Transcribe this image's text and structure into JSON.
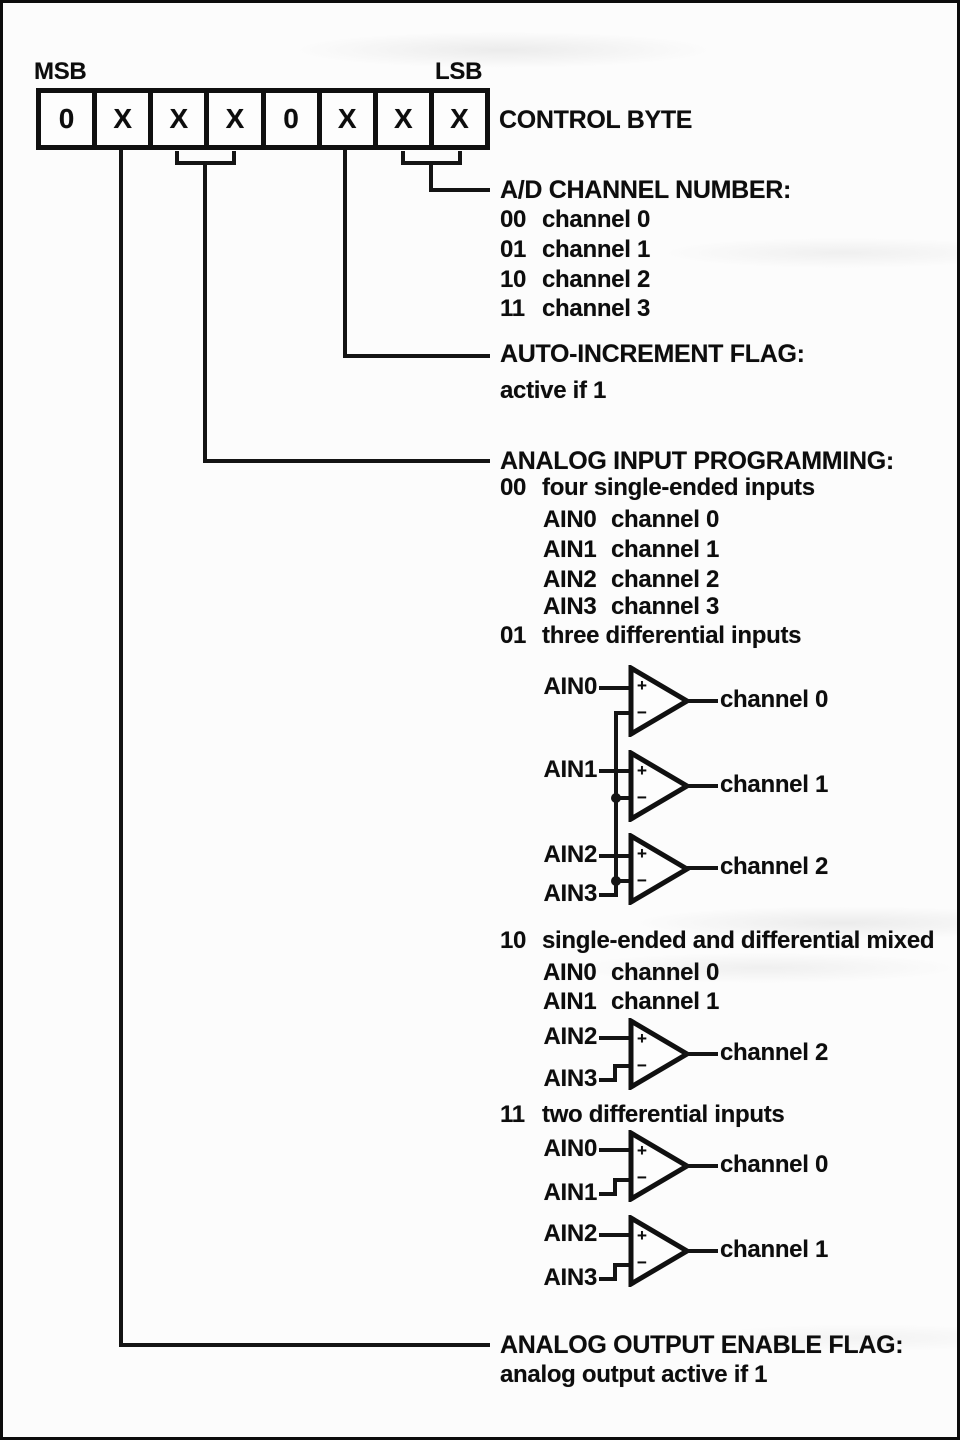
{
  "register": {
    "msb_label": "MSB",
    "lsb_label": "LSB",
    "name": "CONTROL BYTE",
    "bits": [
      "0",
      "X",
      "X",
      "X",
      "0",
      "X",
      "X",
      "X"
    ]
  },
  "ad_channel_number": {
    "heading": "A/D CHANNEL NUMBER:",
    "options": [
      {
        "code": "00",
        "label": "channel 0"
      },
      {
        "code": "01",
        "label": "channel 1"
      },
      {
        "code": "10",
        "label": "channel 2"
      },
      {
        "code": "11",
        "label": "channel 3"
      }
    ]
  },
  "auto_increment": {
    "heading": "AUTO-INCREMENT FLAG:",
    "note": "active if 1"
  },
  "analog_input_programming": {
    "heading": "ANALOG INPUT PROGRAMMING:",
    "mode_00": {
      "code": "00",
      "label": "four single-ended inputs",
      "assignments": [
        {
          "input": "AIN0",
          "channel": "channel 0"
        },
        {
          "input": "AIN1",
          "channel": "channel 1"
        },
        {
          "input": "AIN2",
          "channel": "channel 2"
        },
        {
          "input": "AIN3",
          "channel": "channel 3"
        }
      ]
    },
    "mode_01": {
      "code": "01",
      "label": "three differential inputs",
      "shared_minus_input": "AIN3",
      "amps": [
        {
          "plus_input": "AIN0",
          "output": "channel 0"
        },
        {
          "plus_input": "AIN1",
          "output": "channel 1"
        },
        {
          "plus_input": "AIN2",
          "output": "channel 2"
        }
      ]
    },
    "mode_10": {
      "code": "10",
      "label": "single-ended and differential mixed",
      "assignments": [
        {
          "input": "AIN0",
          "channel": "channel 0"
        },
        {
          "input": "AIN1",
          "channel": "channel 1"
        }
      ],
      "amp": {
        "plus_input": "AIN2",
        "minus_input": "AIN3",
        "output": "channel 2"
      }
    },
    "mode_11": {
      "code": "11",
      "label": "two differential inputs",
      "amps": [
        {
          "plus_input": "AIN0",
          "minus_input": "AIN1",
          "output": "channel 0"
        },
        {
          "plus_input": "AIN2",
          "minus_input": "AIN3",
          "output": "channel 1"
        }
      ]
    }
  },
  "analog_output_enable": {
    "heading": "ANALOG OUTPUT ENABLE FLAG:",
    "note": "analog output active if 1"
  },
  "opamp_marks": {
    "plus": "+",
    "minus": "−"
  },
  "colors": {
    "ink": "#0d0d0d",
    "paper": "#fcfcfc"
  }
}
